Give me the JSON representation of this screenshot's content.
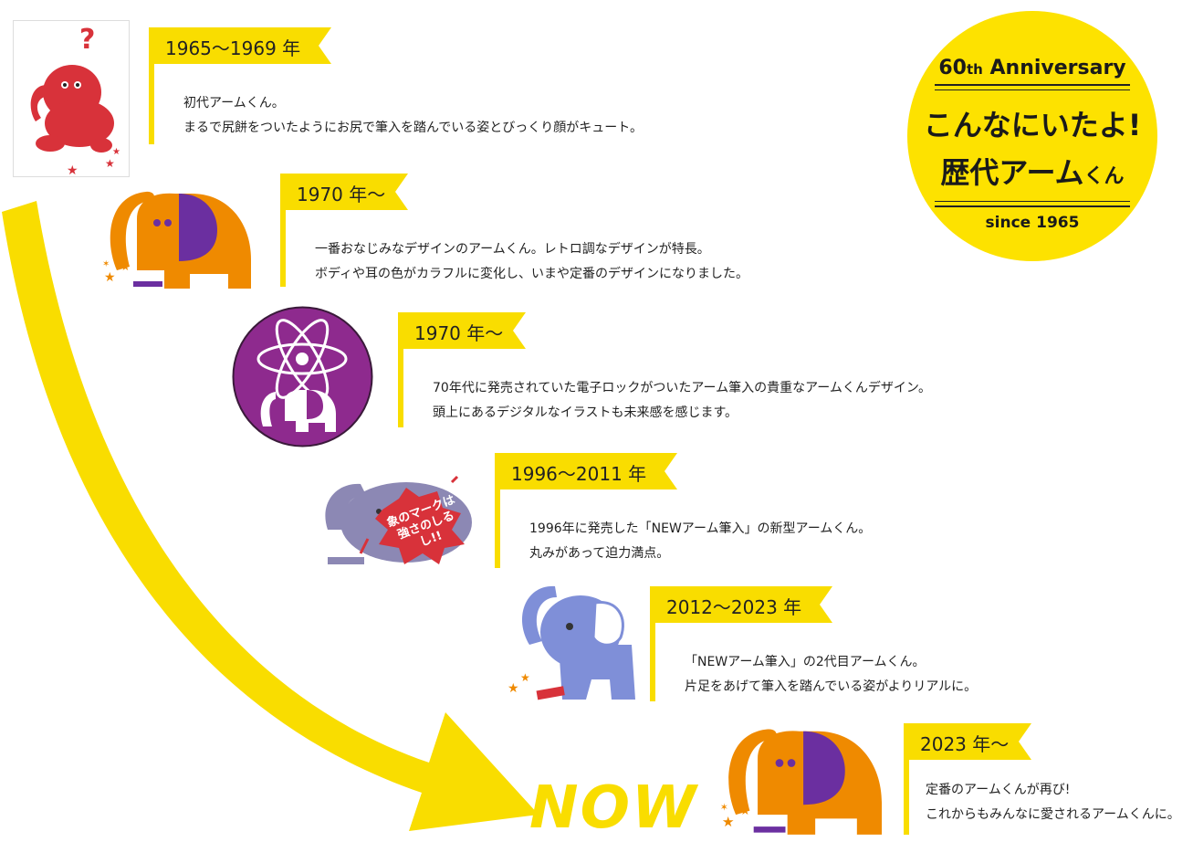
{
  "badge": {
    "anniversary_num": "60",
    "anniversary_suffix": "th",
    "anniversary_word": "Anniversary",
    "title_line1": "こんなにいたよ!",
    "title_line2_main": "歴代アーム",
    "title_line2_small": "くん",
    "since": "since 1965"
  },
  "now_label": "NOW",
  "entries": [
    {
      "year": "1965〜1969 年",
      "line1": "初代アームくん。",
      "line2": "まるで尻餅をついたようにお尻で筆入を踏んでいる姿とびっくり顔がキュート。"
    },
    {
      "year": "1970 年〜",
      "line1": "一番おなじみなデザインのアームくん。レトロ調なデザインが特長。",
      "line2": "ボディや耳の色がカラフルに変化し、いまや定番のデザインになりました。"
    },
    {
      "year": "1970 年〜",
      "line1": "70年代に発売されていた電子ロックがついたアーム筆入の貴重なアームくんデザイン。",
      "line2": "頭上にあるデジタルなイラストも未来感を感じます。"
    },
    {
      "year": "1996〜2011 年",
      "line1": "1996年に発売した「NEWアーム筆入」の新型アームくん。",
      "line2": "丸みがあって迫力満点。"
    },
    {
      "year": "2012〜2023 年",
      "line1": "「NEWアーム筆入」の2代目アームくん。",
      "line2": "片足をあげて筆入を踏んでいる姿がよりリアルに。"
    },
    {
      "year": "2023 年〜",
      "line1": "定番のアームくんが再び!",
      "line2": "これからもみんなに愛されるアームくんに。"
    }
  ],
  "burst_text": {
    "line1": "象のマークは",
    "line2": "強さのしるし!!"
  },
  "colors": {
    "yellow": "#f9dd00",
    "orange": "#ef8a00",
    "purple": "#6b2fa0",
    "red": "#d8323a",
    "magenta": "#8e2a8e",
    "slate": "#8c88b4",
    "blue": "#7f8fd8"
  }
}
